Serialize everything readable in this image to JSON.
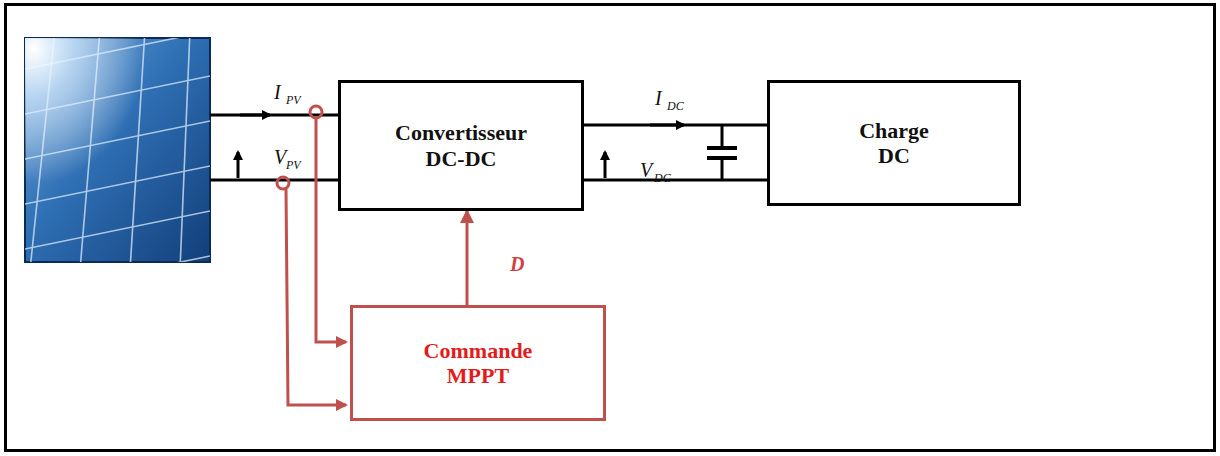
{
  "diagram": {
    "nodes": [
      {
        "text": [
          "Convertisseur DC-DC"
        ]
      },
      {
        "text": [
          "Charge DC"
        ]
      },
      {
        "text": [
          "Commande MPPT"
        ]
      }
    ],
    "edges": [
      {
        "from": 0,
        "to": 1,
        "arrow": "none"
      },
      {
        "from": 0,
        "to": 1,
        "arrow": "none"
      },
      {
        "from": 2,
        "to": 0,
        "arrow": "to",
        "label": "D"
      }
    ],
    "labels": [
      "I",
      "PV",
      "V",
      "PV",
      "I",
      "DC",
      "V",
      "DC"
    ]
  }
}
